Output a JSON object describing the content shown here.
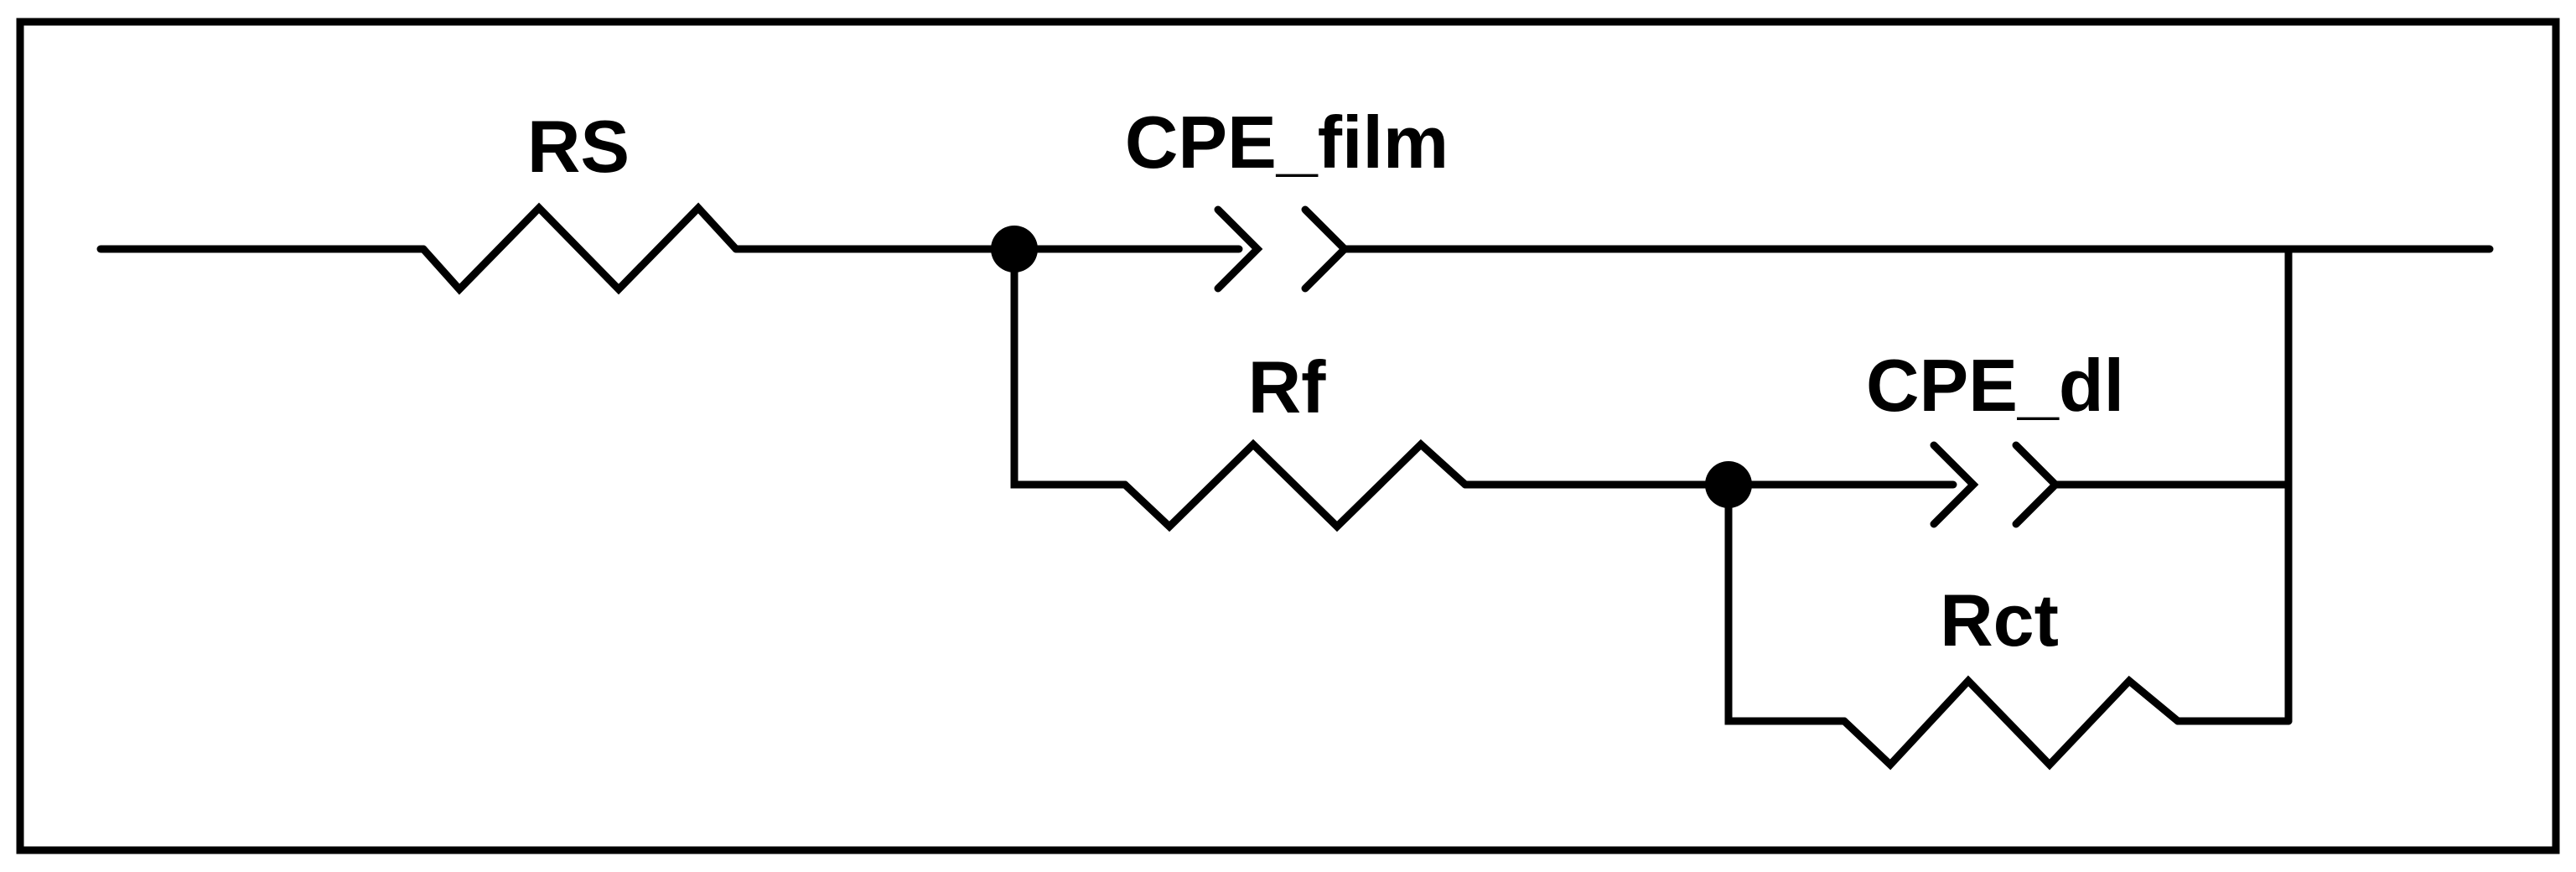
{
  "diagram": {
    "components": {
      "rs": {
        "label": "RS",
        "kind": "resistor"
      },
      "cpe_film": {
        "label": "CPE_film",
        "kind": "constant-phase-element"
      },
      "rf": {
        "label": "Rf",
        "kind": "resistor"
      },
      "cpe_dl": {
        "label": "CPE_dl",
        "kind": "constant-phase-element"
      },
      "rct": {
        "label": "Rct",
        "kind": "resistor"
      }
    },
    "colors": {
      "stroke": "#000000",
      "background": "#ffffff"
    }
  }
}
